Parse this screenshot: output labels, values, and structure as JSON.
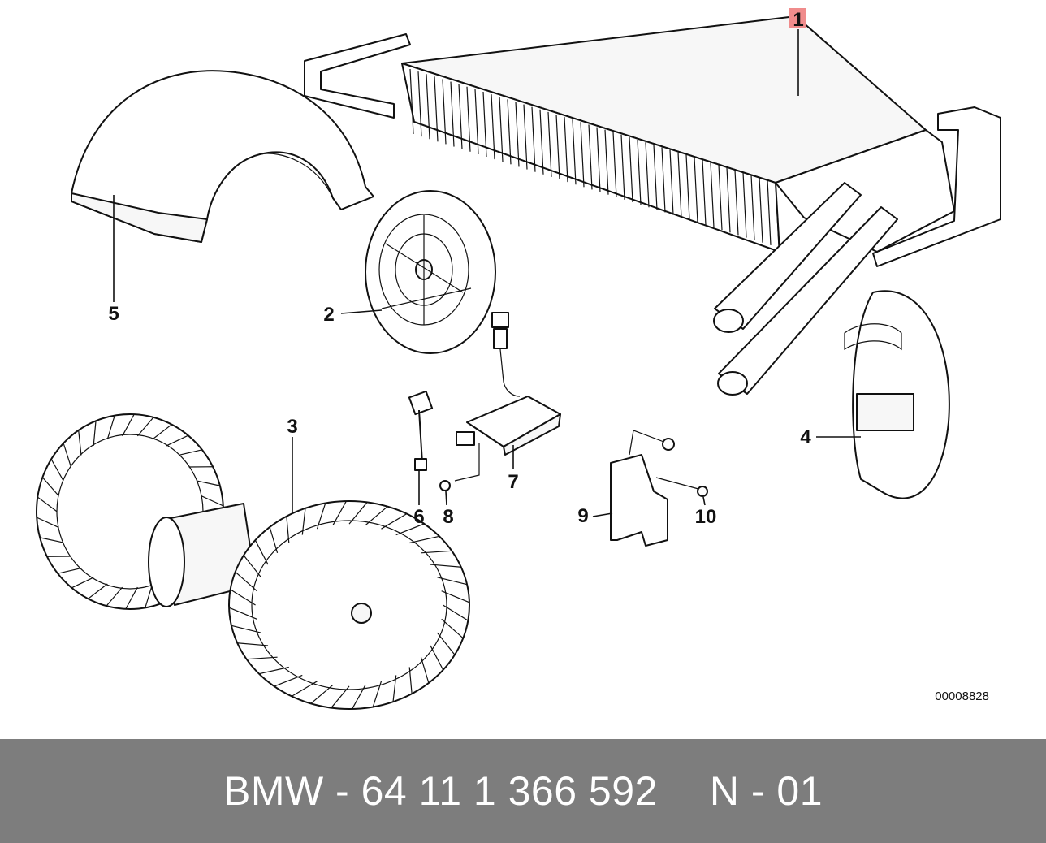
{
  "diagram": {
    "callouts": [
      "1",
      "2",
      "3",
      "4",
      "5",
      "6",
      "7",
      "8",
      "9",
      "10"
    ],
    "highlight_color": "#f08c8c",
    "drawing_number": "00008828"
  },
  "footer": {
    "part_text": "BMW - 64 11 1 366 592",
    "variant_text": "N - 01",
    "background_color": "#7d7d7d"
  }
}
